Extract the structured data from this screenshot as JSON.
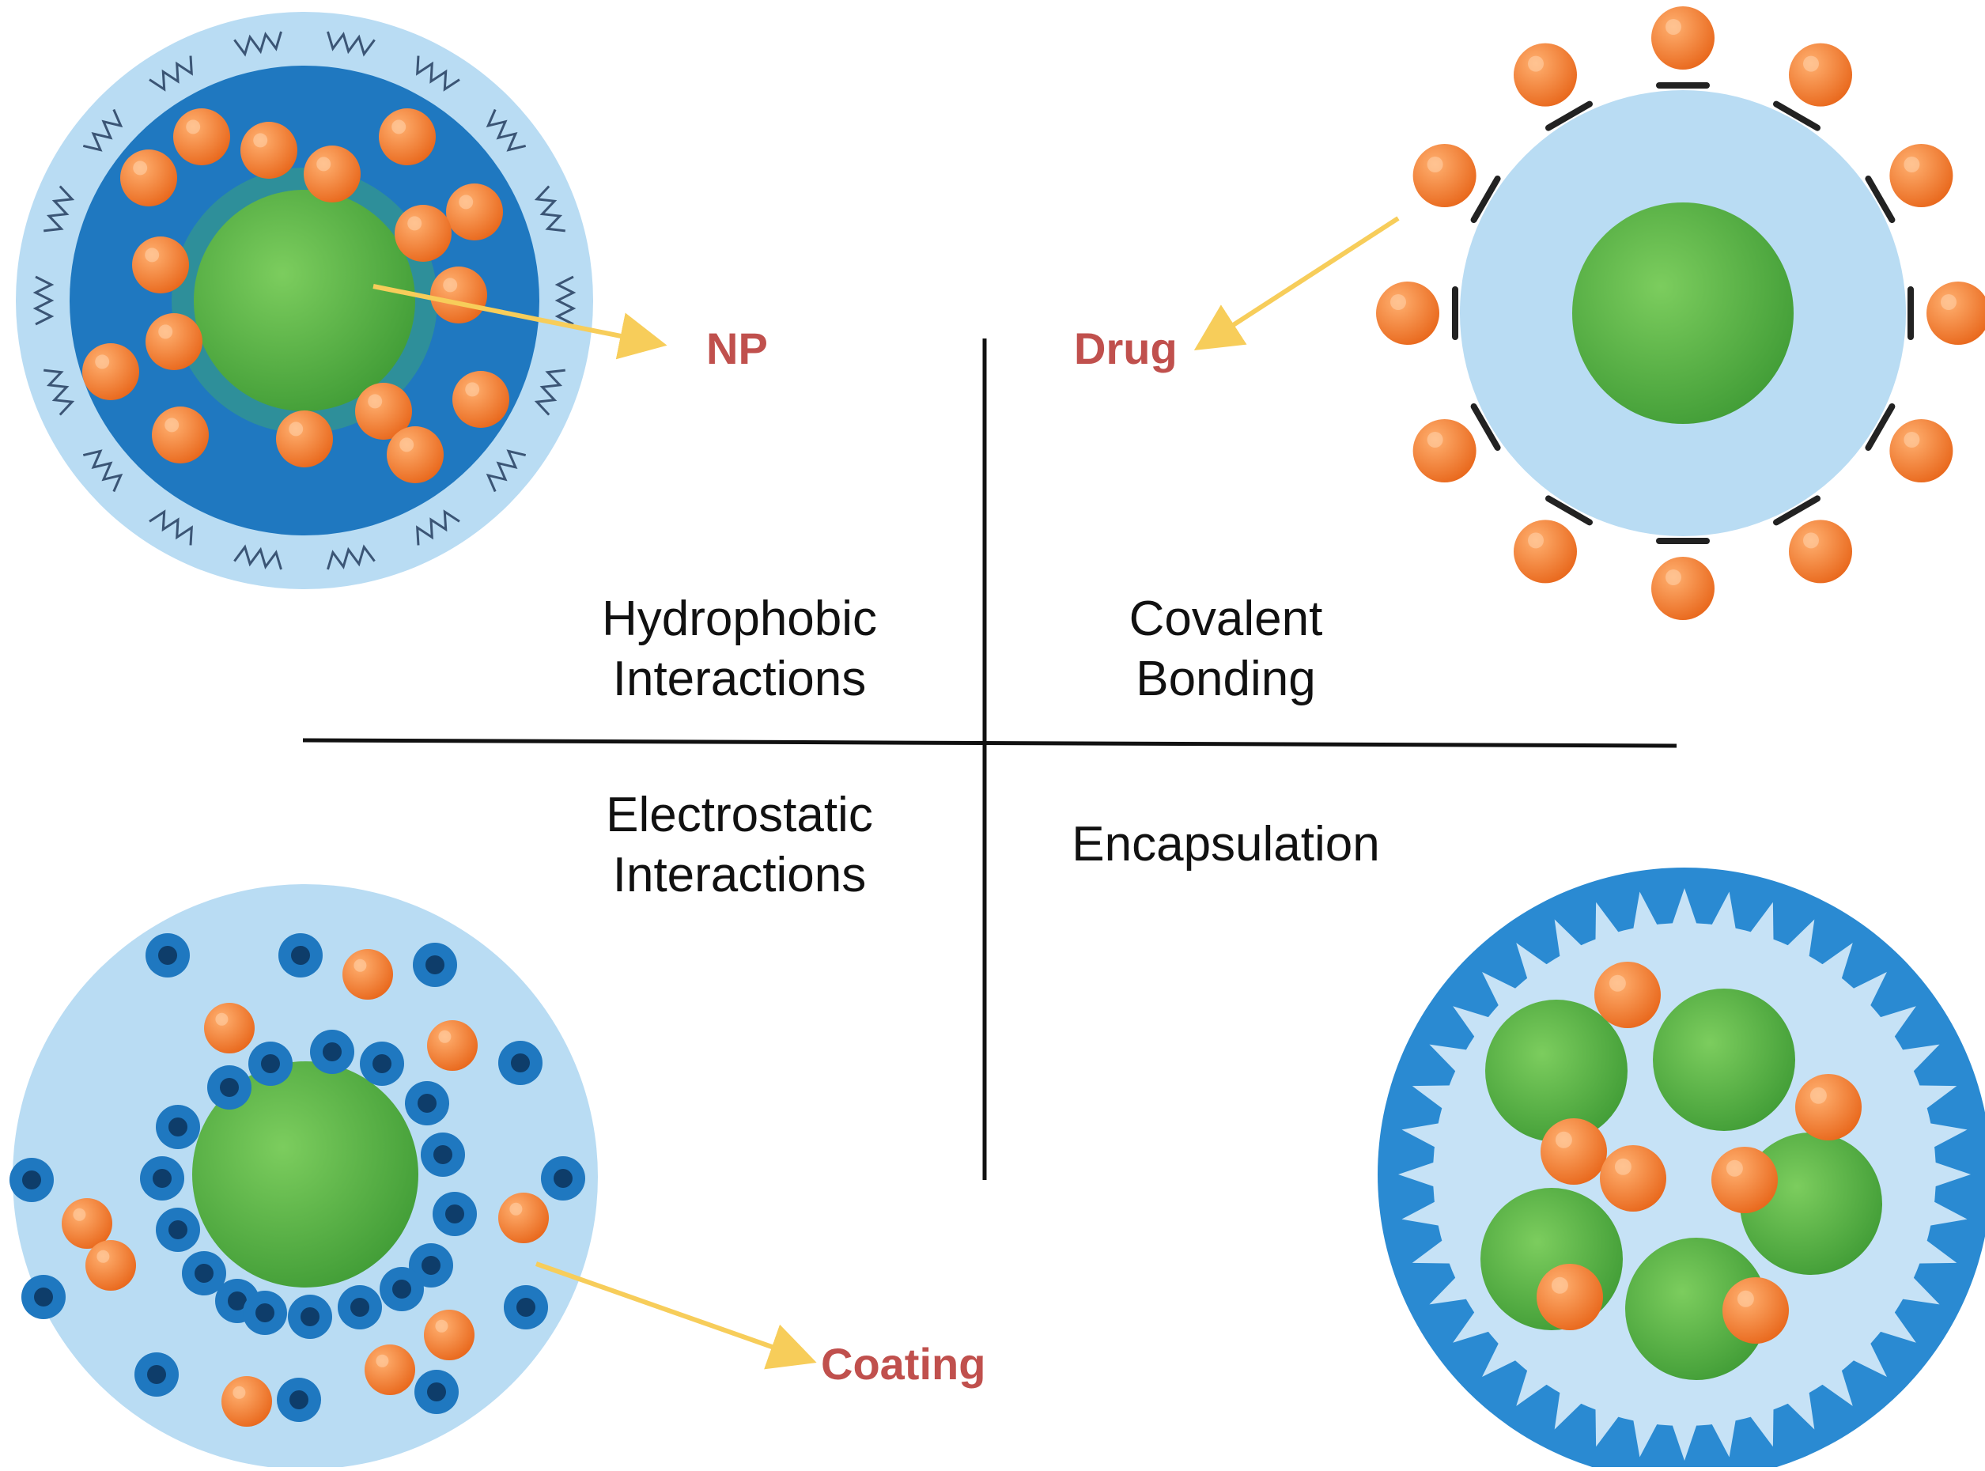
{
  "quadrants": {
    "top_left": {
      "line1": "Hydrophobic",
      "line2": "Interactions"
    },
    "top_right": {
      "line1": "Covalent",
      "line2": "Bonding"
    },
    "bottom_left": {
      "line1": "Electrostatic",
      "line2": "Interactions"
    },
    "bottom_right": {
      "line1": "Encapsulation"
    }
  },
  "callouts": {
    "np": "NP",
    "drug": "Drug",
    "coating": "Coating"
  },
  "colors": {
    "nanoparticle": "#4caf3f",
    "drug": "#f47c20",
    "light_shell": "#b9dcf3",
    "dark_shell": "#1f78c0",
    "arrow": "#f7cd5a",
    "callout_text": "#c0504d",
    "axis": "#111111"
  }
}
